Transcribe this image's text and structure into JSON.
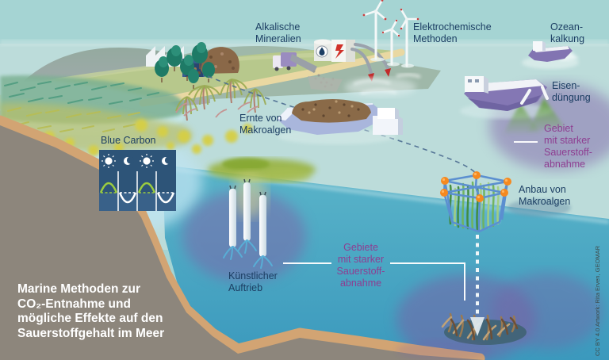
{
  "title": {
    "lines": [
      "Marine Methoden zur",
      "CO₂-Entnahme und",
      "mögliche Effekte auf den",
      "Sauerstoffgehalt im Meer"
    ]
  },
  "credit": "CC BY 4.0  Artwork: Rita Erven, GEOMAR",
  "labels": {
    "alkaline_minerals": {
      "lines": [
        "Alkalische",
        "Mineralien"
      ]
    },
    "electrochemical": {
      "lines": [
        "Elektrochemische",
        "Methoden"
      ]
    },
    "ocean_liming": {
      "lines": [
        "Ozean-",
        "kalkung"
      ]
    },
    "iron_fertilization": {
      "lines": [
        "Eisen-",
        "düngung"
      ]
    },
    "oxygen_zone_right": {
      "lines": [
        "Gebiet",
        "mit starker",
        "Sauerstoff-",
        "abnahme"
      ]
    },
    "macroalgae_harvest": {
      "lines": [
        "Ernte von",
        "Makroalgen"
      ]
    },
    "blue_carbon": {
      "text": "Blue Carbon"
    },
    "macroalgae_cultivation": {
      "lines": [
        "Anbau von",
        "Makroalgen"
      ]
    },
    "oxygen_zones_center": {
      "lines": [
        "Gebiete",
        "mit starker",
        "Sauerstoff-",
        "abnahme"
      ]
    },
    "artificial_upwelling": {
      "lines": [
        "Künstlicher",
        "Auftrieb"
      ]
    }
  },
  "colors": {
    "label_navy": "#1c3e63",
    "label_purple": "#8e3e91",
    "sky": "#a5d4d3",
    "sea_surface": "#bcdcda",
    "underwater_top": "#5ab4c9",
    "underwater_deep": "#3b99bd",
    "seafloor_gray": "#8d867c",
    "seafloor_tan": "#d2a473",
    "panel_navy": "#2d5478",
    "buoy_orange": "#f5891f",
    "cage_blue": "#5b8fd0",
    "ship_purple": "#8477b4",
    "oxygen_haze_purple": "#7e63a8",
    "bloom_green": "#93b13c",
    "title_white": "#ffffff"
  }
}
